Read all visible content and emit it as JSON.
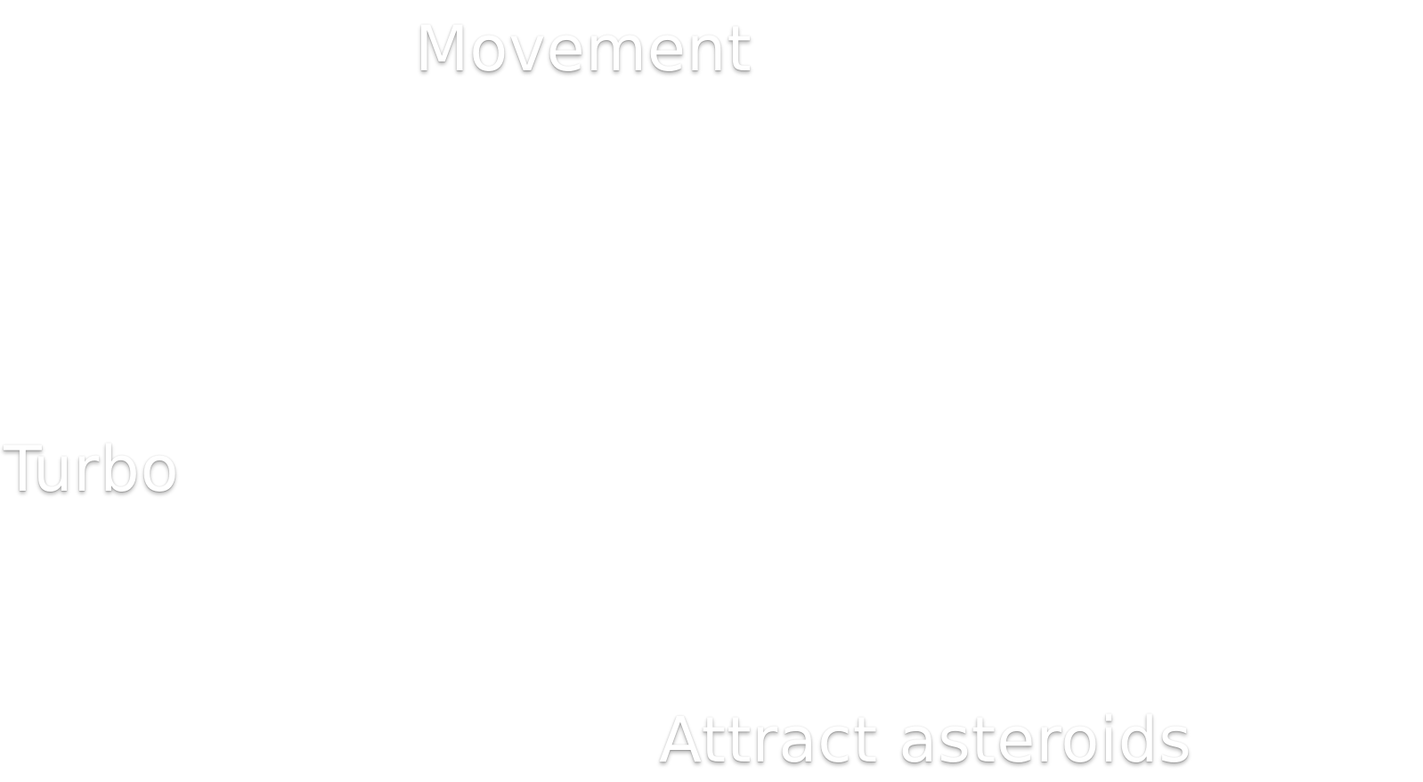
{
  "controls": {
    "movement": "Movement",
    "turbo": "Turbo",
    "attract_asteroids": "Attract asteroids"
  },
  "colors": {
    "background": "#ffffff",
    "label_text": "#ffffff",
    "label_shadow": "rgba(0,0,0,0.28)"
  }
}
